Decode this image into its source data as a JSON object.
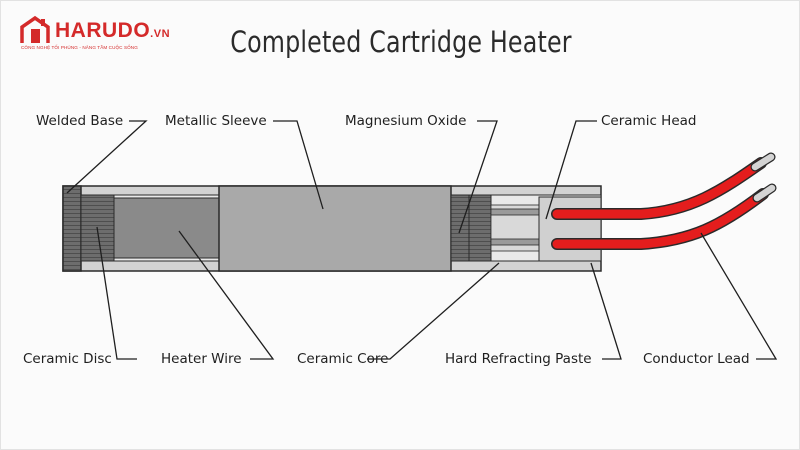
{
  "brand": {
    "name": "HARUDO",
    "suffix": ".VN",
    "tagline": "CÔNG NGHỆ TỐI PHÚNG - NÂNG TẦM CUỘC SỐNG",
    "color": "#d42a2a"
  },
  "title": "Completed Cartridge Heater",
  "labels": {
    "welded_base": "Welded Base",
    "metallic_sleeve": "Metallic Sleeve",
    "magnesium_oxide": "Magnesium Oxide",
    "ceramic_head": "Ceramic Head",
    "ceramic_disc": "Ceramic Disc",
    "heater_wire": "Heater Wire",
    "ceramic_core": "Ceramic Core",
    "hard_refracting_paste": "Hard Refracting Paste",
    "conductor_lead": "Conductor Lead"
  },
  "colors": {
    "sleeve": "#a9a9a9",
    "sleeve_dark": "#7f7f7f",
    "wire": "#e41d1d",
    "outline": "#2a2a2a"
  }
}
